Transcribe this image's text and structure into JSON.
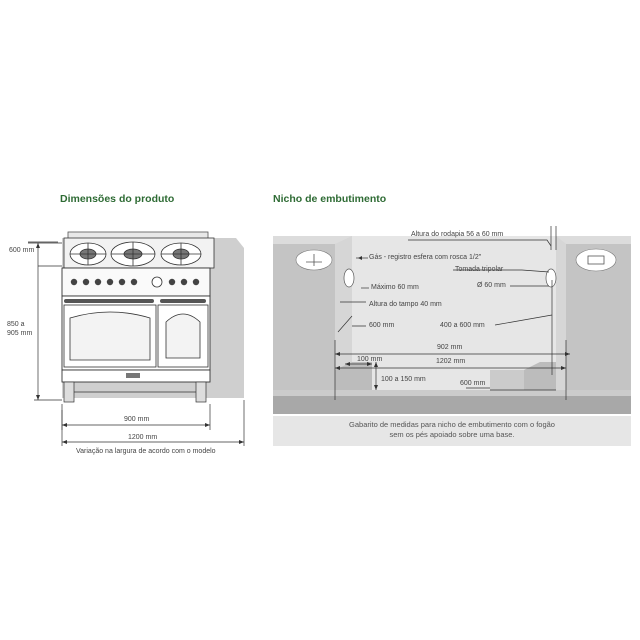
{
  "product": {
    "title": "Dimensões do produto",
    "dims": {
      "depth": "600 mm",
      "height_line1": "850 a",
      "height_line2": "905 mm",
      "width": "900 mm",
      "total_width": "1200 mm"
    },
    "caption": "Variação na largura de acordo com o modelo"
  },
  "niche": {
    "title": "Nicho de embutimento",
    "labels": {
      "rodapia": "Altura do rodapia 56 a 60 mm",
      "gas": "Gás - registro esfera com rosca 1/2\"",
      "tomada": "Tomada tripolar",
      "maximo": "Máximo 60 mm",
      "diam": "Ø 60 mm",
      "tampo": "Altura do tampo 40 mm",
      "d600a": "600 mm",
      "d400": "400 a 600 mm",
      "d902": "902 mm",
      "d100": "100 mm",
      "d1202": "1202 mm",
      "d100_150": "100 a 150 mm",
      "d600b": "600 mm"
    },
    "caption_line1": "Gabarito de medidas para nicho de embutimento com o fogão",
    "caption_line2": "sem os pés apoiado sobre uma base."
  },
  "colors": {
    "title_green": "#2e6b34",
    "wall_gray": "#c9c9c9",
    "floor_gray": "#a8a8a8",
    "caption_bg": "#e6e6e6"
  }
}
